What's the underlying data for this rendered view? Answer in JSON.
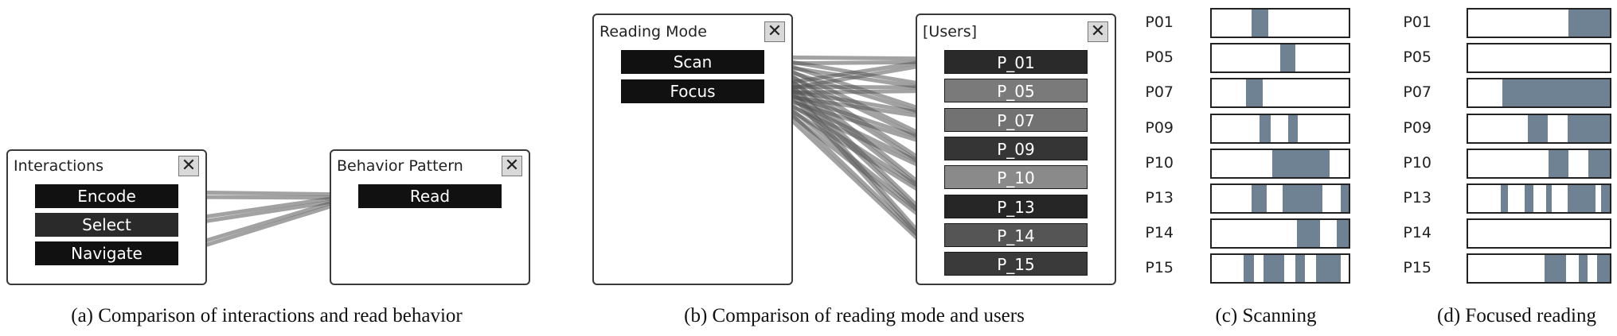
{
  "panel_a": {
    "interactions": {
      "title": "Interactions",
      "close": "✕",
      "items": [
        "Encode",
        "Select",
        "Navigate"
      ]
    },
    "behavior": {
      "title": "Behavior Pattern",
      "close": "✕",
      "items": [
        "Read"
      ]
    },
    "caption": "(a) Comparison of interactions and read behavior"
  },
  "panel_b": {
    "reading_mode": {
      "title": "Reading Mode",
      "close": "✕",
      "items": [
        "Scan",
        "Focus"
      ]
    },
    "users": {
      "title": "[Users]",
      "close": "✕",
      "items": [
        {
          "label": "P_01",
          "color": "#2a2a2a"
        },
        {
          "label": "P_05",
          "color": "#7a7a7a"
        },
        {
          "label": "P_07",
          "color": "#727272"
        },
        {
          "label": "P_09",
          "color": "#353535"
        },
        {
          "label": "P_10",
          "color": "#8a8a8a"
        },
        {
          "label": "P_13",
          "color": "#262626"
        },
        {
          "label": "P_14",
          "color": "#555555"
        },
        {
          "label": "P_15",
          "color": "#3a3a3a"
        }
      ]
    },
    "caption": "(b) Comparison of reading mode and users"
  },
  "panel_c": {
    "caption": "(c) Scanning",
    "rows": [
      {
        "label": "P01",
        "segments": [
          [
            0.29,
            0.41
          ]
        ]
      },
      {
        "label": "P05",
        "segments": [
          [
            0.5,
            0.61
          ]
        ]
      },
      {
        "label": "P07",
        "segments": [
          [
            0.25,
            0.37
          ]
        ]
      },
      {
        "label": "P09",
        "segments": [
          [
            0.35,
            0.43
          ],
          [
            0.56,
            0.63
          ]
        ]
      },
      {
        "label": "P10",
        "segments": [
          [
            0.44,
            0.86
          ]
        ]
      },
      {
        "label": "P13",
        "segments": [
          [
            0.29,
            0.4
          ],
          [
            0.52,
            0.81
          ],
          [
            0.94,
            1.0
          ]
        ]
      },
      {
        "label": "P14",
        "segments": [
          [
            0.62,
            0.79
          ],
          [
            0.91,
            1.0
          ]
        ]
      },
      {
        "label": "P15",
        "segments": [
          [
            0.23,
            0.31
          ],
          [
            0.38,
            0.53
          ],
          [
            0.61,
            0.68
          ],
          [
            0.76,
            0.94
          ]
        ]
      }
    ]
  },
  "panel_d": {
    "caption": "(d) Focused reading",
    "rows": [
      {
        "label": "P01",
        "segments": [
          [
            0.71,
            1.0
          ]
        ]
      },
      {
        "label": "P05",
        "segments": []
      },
      {
        "label": "P07",
        "segments": [
          [
            0.24,
            1.0
          ]
        ]
      },
      {
        "label": "P09",
        "segments": [
          [
            0.42,
            0.56
          ],
          [
            0.7,
            1.0
          ]
        ]
      },
      {
        "label": "P10",
        "segments": [
          [
            0.57,
            0.71
          ],
          [
            0.85,
            1.0
          ]
        ]
      },
      {
        "label": "P13",
        "segments": [
          [
            0.23,
            0.28
          ],
          [
            0.4,
            0.46
          ],
          [
            0.55,
            0.59
          ],
          [
            0.7,
            0.9
          ],
          [
            0.94,
            1.0
          ]
        ]
      },
      {
        "label": "P14",
        "segments": []
      },
      {
        "label": "P15",
        "segments": [
          [
            0.54,
            0.69
          ],
          [
            0.78,
            0.84
          ],
          [
            0.91,
            1.0
          ]
        ]
      }
    ]
  }
}
